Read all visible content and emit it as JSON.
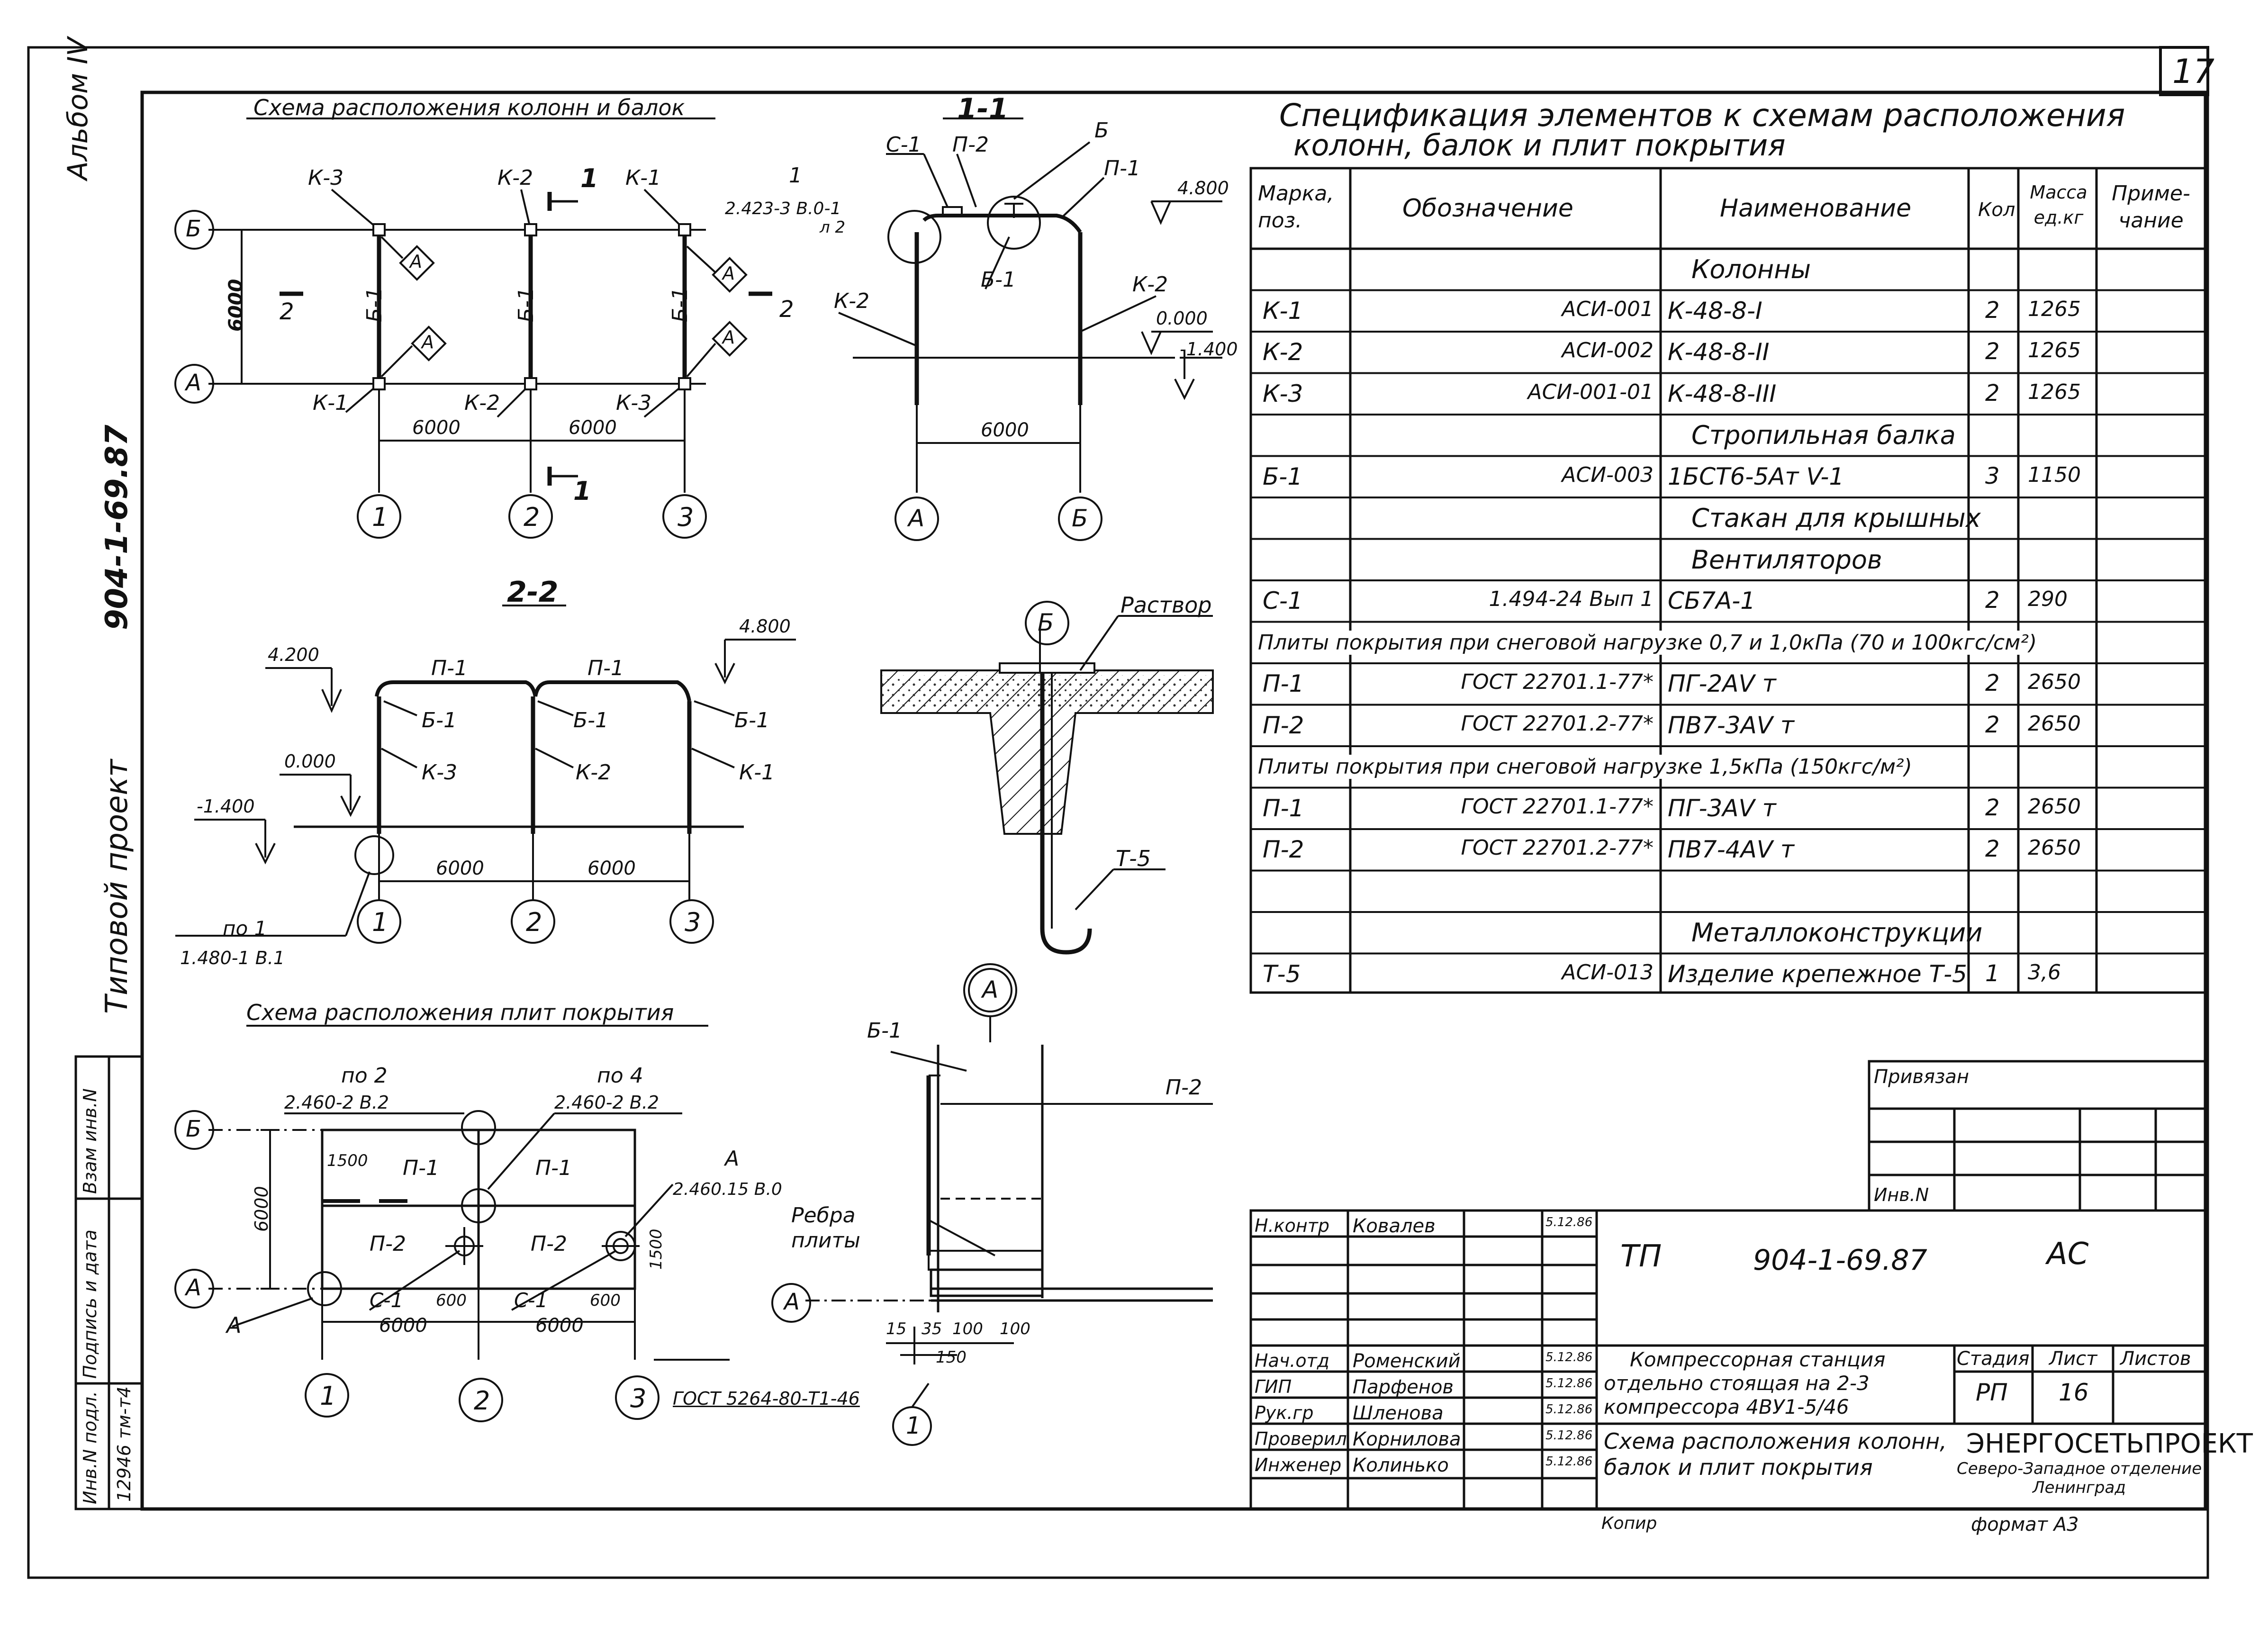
{
  "sheet_number": "17",
  "left_margin": {
    "album": "Альбом IV",
    "project_code": "904-1-69.87",
    "project_type": "Типовой проект",
    "stamp_labels": [
      "Инв.N подл.",
      "Подпись и дата",
      "Взам инв.N"
    ],
    "inventory_number": "12946 тм-т4"
  },
  "plan_columns": {
    "title": "Схема расположения колонн и балок",
    "columns": [
      "К-3",
      "К-2",
      "К-1"
    ],
    "columns_bottom": [
      "К-1",
      "К-2",
      "К-3"
    ],
    "beams": [
      "Б-1",
      "Б-1",
      "Б-1"
    ],
    "axes_rows": [
      "Б",
      "А"
    ],
    "axes_cols": [
      "1",
      "2",
      "3"
    ],
    "dim_vertical": "6000",
    "dim_spans": [
      "6000",
      "6000"
    ],
    "section_marks": [
      "1",
      "1",
      "2",
      "2"
    ],
    "node_marks": [
      "А",
      "А",
      "А",
      "А"
    ]
  },
  "section_1_1": {
    "title": "1-1",
    "labels": [
      "С-1",
      "П-2",
      "Б",
      "П-1",
      "Б-1",
      "К-2",
      "К-2"
    ],
    "ref": "1",
    "ref_doc": "2.423-3 В.0-1",
    "ref_sheet": "л 2",
    "levels": [
      "4.800",
      "0.000",
      "-1.400"
    ],
    "dim": "6000",
    "axes": [
      "А",
      "Б"
    ]
  },
  "section_2_2": {
    "title": "2-2",
    "slabs": [
      "П-1",
      "П-1"
    ],
    "beams": [
      "Б-1",
      "Б-1",
      "Б-1"
    ],
    "columns": [
      "К-3",
      "К-2",
      "К-1"
    ],
    "levels": [
      "4.200",
      "4.800",
      "0.000",
      "-1.400"
    ],
    "dims": [
      "6000",
      "6000"
    ],
    "axes": [
      "1",
      "2",
      "3"
    ],
    "ref": "по 1",
    "ref_doc": "1.480-1 В.1"
  },
  "detail_b": {
    "mark": "Б",
    "mortar": "Раствор",
    "hook": "Т-5"
  },
  "plan_slabs": {
    "title": "Схема расположения плит покрытия",
    "refs": [
      "по 2",
      "2.460-2 В.2",
      "по 4",
      "2.460-2 В.2",
      "А",
      "2.460.15 В.0"
    ],
    "slabs_top": [
      "П-1",
      "П-1"
    ],
    "slabs_bottom": [
      "П-2",
      "П-2"
    ],
    "cups": [
      "С-1",
      "С-1"
    ],
    "dims_small": [
      "1500",
      "600",
      "600",
      "1500"
    ],
    "dims_spans": [
      "6000",
      "6000"
    ],
    "dim_vertical": "6000",
    "axes_rows": [
      "Б",
      "А"
    ],
    "axes_cols": [
      "1",
      "2",
      "3"
    ],
    "node": "А",
    "gost": "ГОСТ 5264-80-Т1-46"
  },
  "detail_a": {
    "mark": "А",
    "labels": [
      "Б-1",
      "П-2",
      "Ребра плиты",
      "А"
    ],
    "dims": [
      "15",
      "35",
      "100",
      "100",
      "150"
    ],
    "mark_bottom": "1"
  },
  "spec": {
    "title_line1": "Спецификация элементов к схемам расположения",
    "title_line2": "колонн, балок и плит покрытия",
    "headers": [
      "Марка, поз.",
      "Обозначение",
      "Наименование",
      "Кол",
      "Масса ед.кг",
      "Приме- чание"
    ],
    "rows": [
      {
        "type": "group",
        "text": "Колонны"
      },
      {
        "mark": "К-1",
        "code": "АСИ-001",
        "name": "К-48-8-I",
        "qty": "2",
        "mass": "1265",
        "note": ""
      },
      {
        "mark": "К-2",
        "code": "АСИ-002",
        "name": "К-48-8-II",
        "qty": "2",
        "mass": "1265",
        "note": ""
      },
      {
        "mark": "К-3",
        "code": "АСИ-001-01",
        "name": "К-48-8-III",
        "qty": "2",
        "mass": "1265",
        "note": ""
      },
      {
        "type": "group",
        "text": "Стропильная балка"
      },
      {
        "mark": "Б-1",
        "code": "АСИ-003",
        "name": "1БСТ6-5Ат V-1",
        "qty": "3",
        "mass": "1150",
        "note": ""
      },
      {
        "type": "group",
        "text": "Стакан для крышных"
      },
      {
        "type": "group",
        "text": "Вентиляторов"
      },
      {
        "mark": "С-1",
        "code": "1.494-24 Вып 1",
        "name": "СБ7А-1",
        "qty": "2",
        "mass": "290",
        "note": ""
      },
      {
        "type": "span",
        "text": "Плиты покрытия при снеговой нагрузке 0,7 и 1,0кПа (70 и 100кгс/см²)"
      },
      {
        "mark": "П-1",
        "code": "ГОСТ 22701.1-77*",
        "name": "ПГ-2АV т",
        "qty": "2",
        "mass": "2650",
        "note": ""
      },
      {
        "mark": "П-2",
        "code": "ГОСТ 22701.2-77*",
        "name": "ПВ7-3АV т",
        "qty": "2",
        "mass": "2650",
        "note": ""
      },
      {
        "type": "span",
        "text": "Плиты покрытия при снеговой нагрузке 1,5кПа (150кгс/м²)"
      },
      {
        "mark": "П-1",
        "code": "ГОСТ 22701.1-77*",
        "name": "ПГ-3АV т",
        "qty": "2",
        "mass": "2650",
        "note": ""
      },
      {
        "mark": "П-2",
        "code": "ГОСТ 22701.2-77*",
        "name": "ПВ7-4АV т",
        "qty": "2",
        "mass": "2650",
        "note": ""
      },
      {
        "type": "empty"
      },
      {
        "type": "group",
        "text": "Металлоконструкции"
      },
      {
        "mark": "Т-5",
        "code": "АСИ-013",
        "name": "Изделие крепежное Т-5",
        "qty": "1",
        "mass": "3,6",
        "note": ""
      }
    ]
  },
  "privyazan": {
    "label": "Привязан",
    "inv": "Инв.N"
  },
  "title_block": {
    "roles": [
      "Н.контр",
      "Нач.отд",
      "ГИП",
      "Рук.гр",
      "Проверил",
      "Инженер"
    ],
    "names": [
      "Ковалев",
      "Роменский",
      "Парфенов",
      "Шленова",
      "Корнилова",
      "Колинько"
    ],
    "dates": [
      "5.12.86",
      "5.12.86",
      "5.12.86",
      "5.12.86",
      "5.12.86",
      "5.12.86"
    ],
    "doc_prefix": "ТП",
    "doc_code": "904-1-69.87",
    "doc_mark": "АС",
    "object_line1": "Компрессорная станция",
    "object_line2": "отдельно стоящая на 2-3",
    "object_line3": "компрессора 4ВУ1-5/46",
    "drawing_line1": "Схема расположения колонн,",
    "drawing_line2": "балок и плит покрытия",
    "stage_label": "Стадия",
    "sheet_label": "Лист",
    "sheets_label": "Листов",
    "stage": "РП",
    "sheet": "16",
    "org": "ЭНЕРГОСЕТЬПРОЕКТ",
    "org_sub1": "Северо-Западное отделение",
    "org_sub2": "Ленинград"
  },
  "footer": {
    "copied": "Копир",
    "format": "формат А3"
  }
}
